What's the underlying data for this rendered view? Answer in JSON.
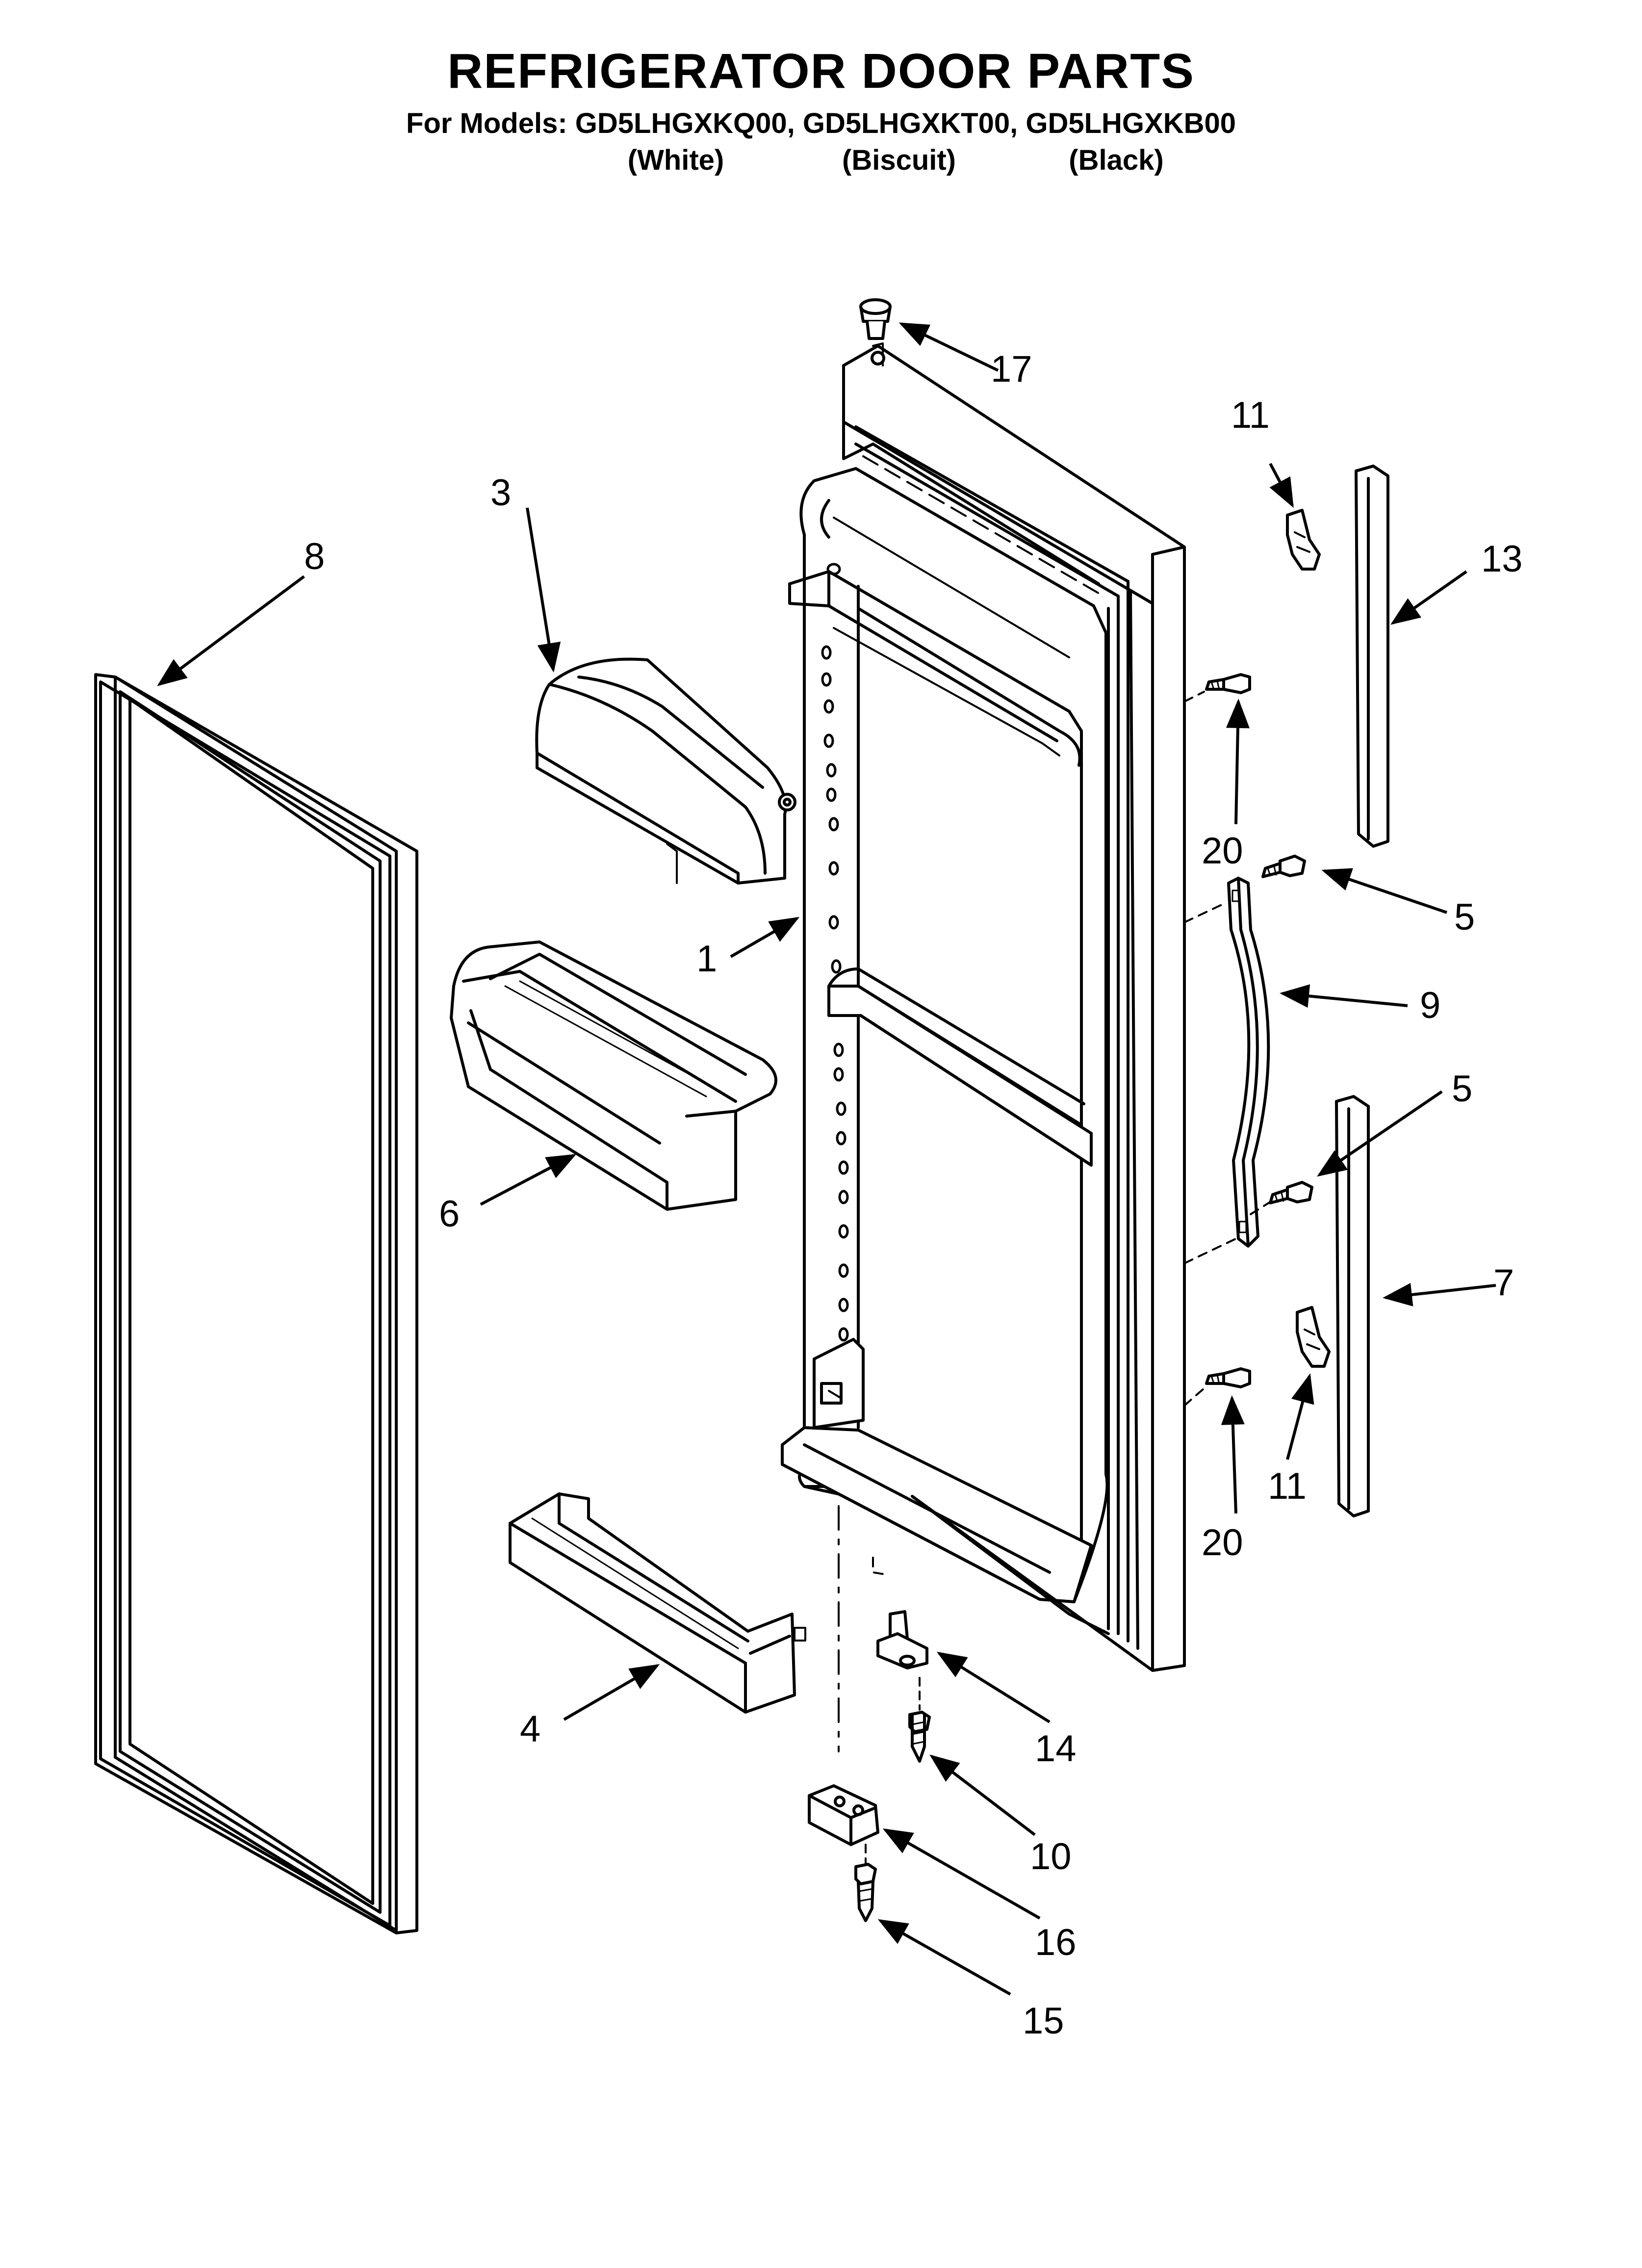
{
  "header": {
    "title": "REFRIGERATOR DOOR PARTS",
    "subtitle": "For Models: GD5LHGXKQ00, GD5LHGXKT00, GD5LHGXKB00",
    "colors": [
      "(White)",
      "(Biscuit)",
      "(Black)"
    ]
  },
  "callouts": {
    "c1": "1",
    "c3": "3",
    "c4": "4",
    "c5a": "5",
    "c5b": "5",
    "c6": "6",
    "c7": "7",
    "c8": "8",
    "c9": "9",
    "c10": "10",
    "c11a": "11",
    "c11b": "11",
    "c13": "13",
    "c14": "14",
    "c15": "15",
    "c16": "16",
    "c17": "17",
    "c20a": "20",
    "c20b": "20"
  },
  "style": {
    "ink": "#000000",
    "paper": "#ffffff"
  }
}
